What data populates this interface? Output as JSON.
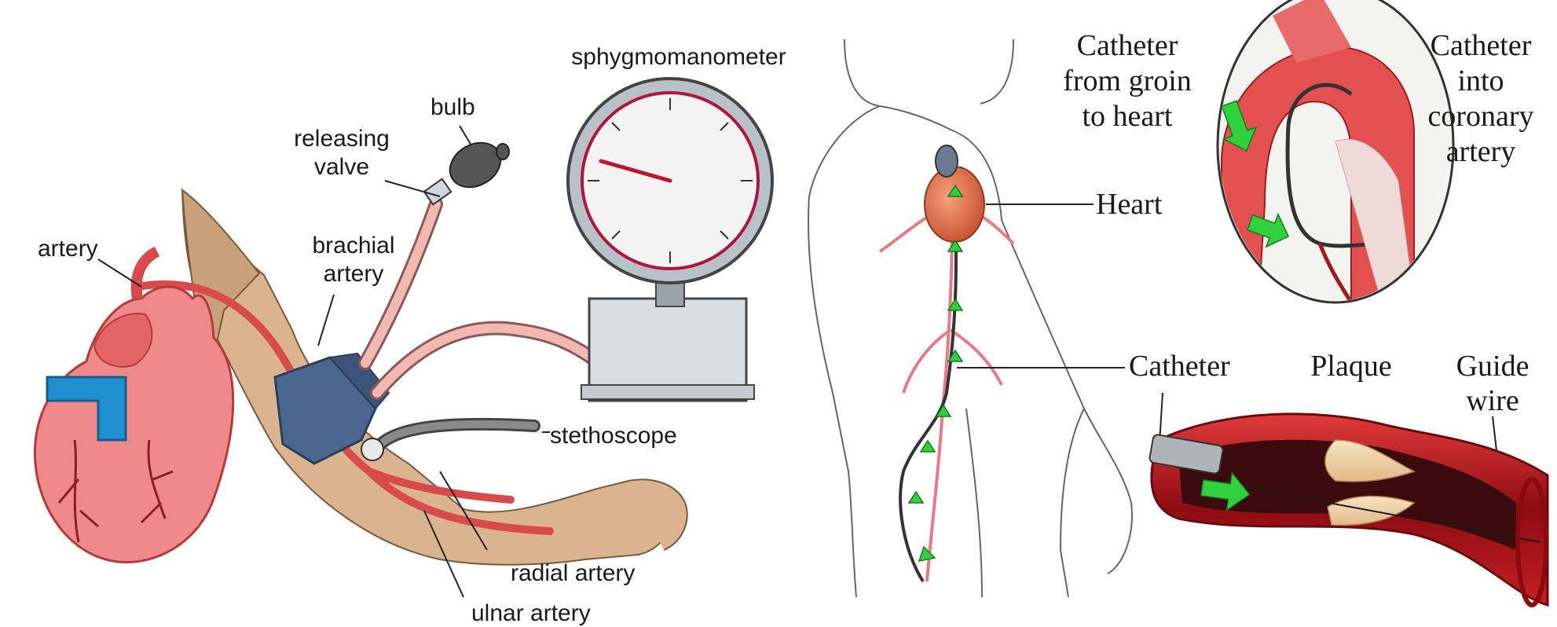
{
  "left_panel": {
    "labels": {
      "sphygmomanometer": "sphygmomanometer",
      "bulb": "bulb",
      "releasing_valve_1": "releasing",
      "releasing_valve_2": "valve",
      "artery": "artery",
      "brachial_artery_1": "brachial",
      "brachial_artery_2": "artery",
      "stethoscope": "stethoscope",
      "radial_artery": "radial artery",
      "ulnar_artery": "ulnar artery"
    },
    "icons": [
      "heart-icon",
      "arm-icon",
      "pressure-cuff-icon",
      "bulb-icon",
      "gauge-icon",
      "stethoscope-icon"
    ]
  },
  "right_panel": {
    "labels": {
      "catheter_groin_1": "Catheter",
      "catheter_groin_2": "from groin",
      "catheter_groin_3": "to heart",
      "catheter_coronary_1": "Catheter",
      "catheter_coronary_2": "into",
      "catheter_coronary_3": "coronary",
      "catheter_coronary_4": "artery",
      "heart": "Heart",
      "catheter": "Catheter",
      "plaque": "Plaque",
      "guide_wire_1": "Guide",
      "guide_wire_2": "wire"
    },
    "icons": [
      "body-outline-icon",
      "aorta-closeup-icon",
      "artery-cross-section-icon",
      "green-arrow-icon"
    ]
  },
  "colors": {
    "artery_red": "#d94b4b",
    "heart_pink": "#f08a8a",
    "vein_blue": "#1f8fd0",
    "skin": "#d9b48f",
    "cuff": "#4a6790",
    "arrow_green": "#2fd13c",
    "vessel_red": "#b3141c"
  }
}
